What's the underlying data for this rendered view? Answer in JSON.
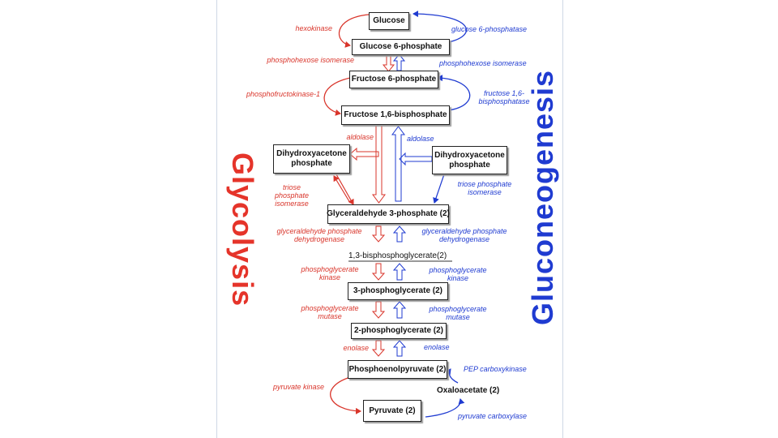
{
  "titles": {
    "left": "Glycolysis",
    "right": "Gluconeogenesis"
  },
  "metabolites": {
    "glucose": "Glucose",
    "g6p": "Glucose 6-phosphate",
    "f6p": "Fructose 6-phosphate",
    "f16bp": "Fructose 1,6-bisphosphate",
    "dhap_left": "Dihydroxyacetone phosphate",
    "dhap_right": "Dihydroxyacetone phosphate",
    "g3p": "Glyceraldehyde 3-phosphate (2)",
    "bpg": "1,3-bisphosphoglycerate(2)",
    "pg3": "3-phosphoglycerate (2)",
    "pg2": "2-phosphoglycerate (2)",
    "pep": "Phosphoenolpyruvate (2)",
    "oaa": "Oxaloacetate (2)",
    "pyruvate": "Pyruvate (2)"
  },
  "glycolysis_enzymes": {
    "hexokinase": "hexokinase",
    "phi": "phosphohexose isomerase",
    "pfk": "phosphofructokinase-1",
    "aldolase": "aldolase",
    "tpi": "triose phosphate isomerase",
    "gapdh": "glyceraldehyde phosphate dehydrogenase",
    "pgk": "phosphoglycerate kinase",
    "pgm": "phosphoglycerate mutase",
    "enolase": "enolase",
    "pk": "pyruvate kinase"
  },
  "gluconeogenesis_enzymes": {
    "g6pase": "glucose 6-phosphatase",
    "phi": "phosphohexose isomerase",
    "fbpase": "fructose 1,6-bisphosphatase",
    "aldolase": "aldolase",
    "tpi": "triose phosphate isomerase",
    "gapdh": "glyceraldehyde phosphate dehydrogenase",
    "pgk": "phosphoglycerate kinase",
    "pgm": "phosphoglycerate mutase",
    "enolase": "enolase",
    "pepck": "PEP carboxykinase",
    "pc": "pyruvate carboxylase"
  },
  "colors": {
    "glycolysis": "#d9352b",
    "gluconeogenesis": "#1f3bd1"
  }
}
